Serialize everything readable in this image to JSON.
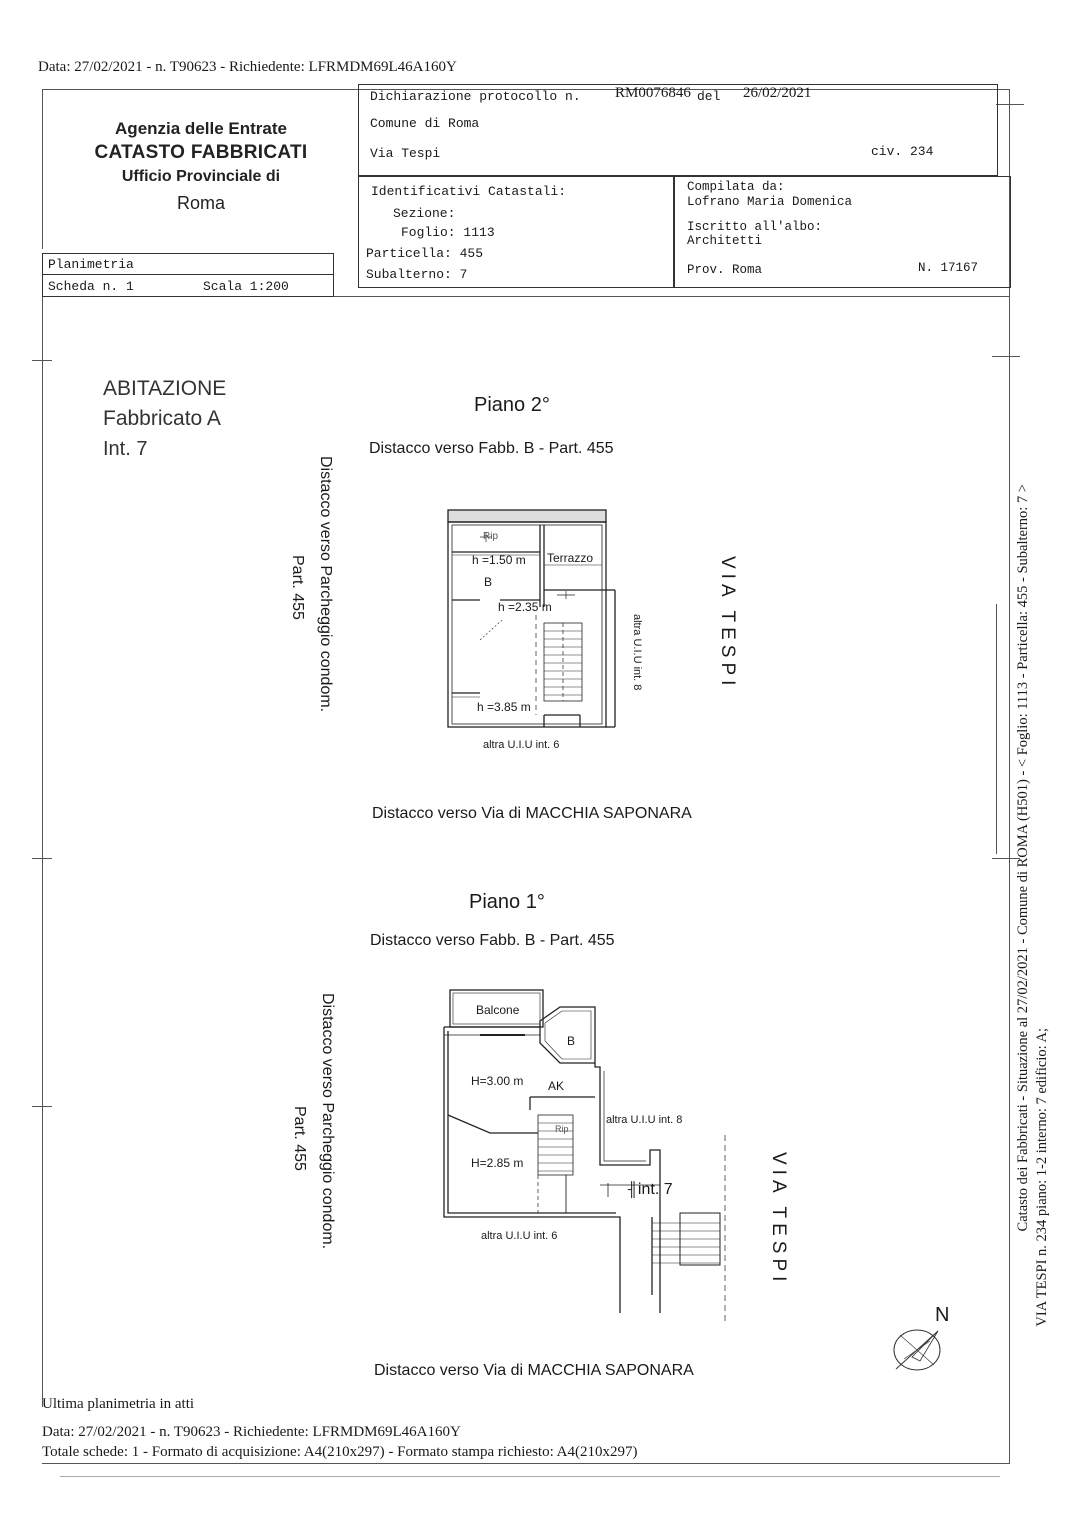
{
  "header": {
    "request_line": "Data: 27/02/2021 - n. T90623 - Richiedente: LFRMDM69L46A160Y"
  },
  "agency": {
    "line1": "Agenzia delle Entrate",
    "line2": "CATASTO FABBRICATI",
    "line3": "Ufficio Provinciale di",
    "line4": "Roma"
  },
  "plan_box": {
    "type": "Planimetria",
    "scheda": "Scheda n. 1",
    "scala": "Scala 1:200"
  },
  "declaration": {
    "protocol_label": "Dichiarazione protocollo n.",
    "protocol_number": "RM0076846",
    "del_label": "del",
    "date": "26/02/2021",
    "comune": "Comune di Roma",
    "via": "Via Tespi",
    "civ": "civ. 234"
  },
  "identifiers": {
    "title": "Identificativi Catastali:",
    "sezione": "Sezione:",
    "foglio": "Foglio: 1113",
    "particella": "Particella: 455",
    "subalterno": "Subalterno: 7"
  },
  "compiler": {
    "label": "Compilata da:",
    "name": "Lofrano Maria Domenica",
    "albo_label": "Iscritto all'albo:",
    "albo": "Architetti",
    "prov": "Prov. Roma",
    "number": "N. 17167"
  },
  "unit": {
    "line1": "ABITAZIONE",
    "line2": "Fabbricato A",
    "line3": "Int. 7"
  },
  "floor2": {
    "title": "Piano  2°",
    "north_side": "Distacco verso  Fabb. B -  Part. 455",
    "west_side_1": "Distacco verso  Parcheggio condom.",
    "west_side_2": "Part. 455",
    "east_street": "VIA TESPI",
    "south_side": "Distacco verso   Via di MACCHIA  SAPONARA",
    "labels": {
      "rip": "Rip",
      "h150": "h =1.50 m",
      "terrazzo": "Terrazzo",
      "b": "B",
      "h235": "h =2.35 m",
      "h385": "h =3.85 m",
      "altra8": "altra U.I.U  int. 8",
      "altra6": "altra U.I.U  int. 6"
    }
  },
  "floor1": {
    "title": "Piano  1°",
    "north_side": "Distacco verso  Fabb. B -  Part. 455",
    "west_side_1": "Distacco verso  Parcheggio condom.",
    "west_side_2": "Part. 455",
    "east_street": "VIA TESPI",
    "south_side": "Distacco verso   Via di MACCHIA  SAPONARA",
    "labels": {
      "balcone": "Balcone",
      "b": "B",
      "h300": "H=3.00 m",
      "ak": "AK",
      "rip": "Rip",
      "h285": "H=2.85 m",
      "altra8": "altra U.I.U  int. 8",
      "int7": "int. 7",
      "altra6": "altra U.I.U  int. 6"
    }
  },
  "compass": {
    "north": "N"
  },
  "side_note": {
    "line1": "Catasto dei Fabbricati - Situazione al 27/02/2021 - Comune di ROMA (H501) - < Foglio: 1113 - Particella: 455 - Subalterno: 7 >",
    "line2": "VIA TESPI n. 234 piano: 1-2 interno: 7 edificio: A;"
  },
  "footer": {
    "last_plan": "Ultima planimetria in atti",
    "request_line": "Data: 27/02/2021 - n. T90623 - Richiedente: LFRMDM69L46A160Y",
    "totals": "Totale schede: 1 - Formato di acquisizione: A4(210x297)  - Formato stampa richiesto: A4(210x297)"
  }
}
